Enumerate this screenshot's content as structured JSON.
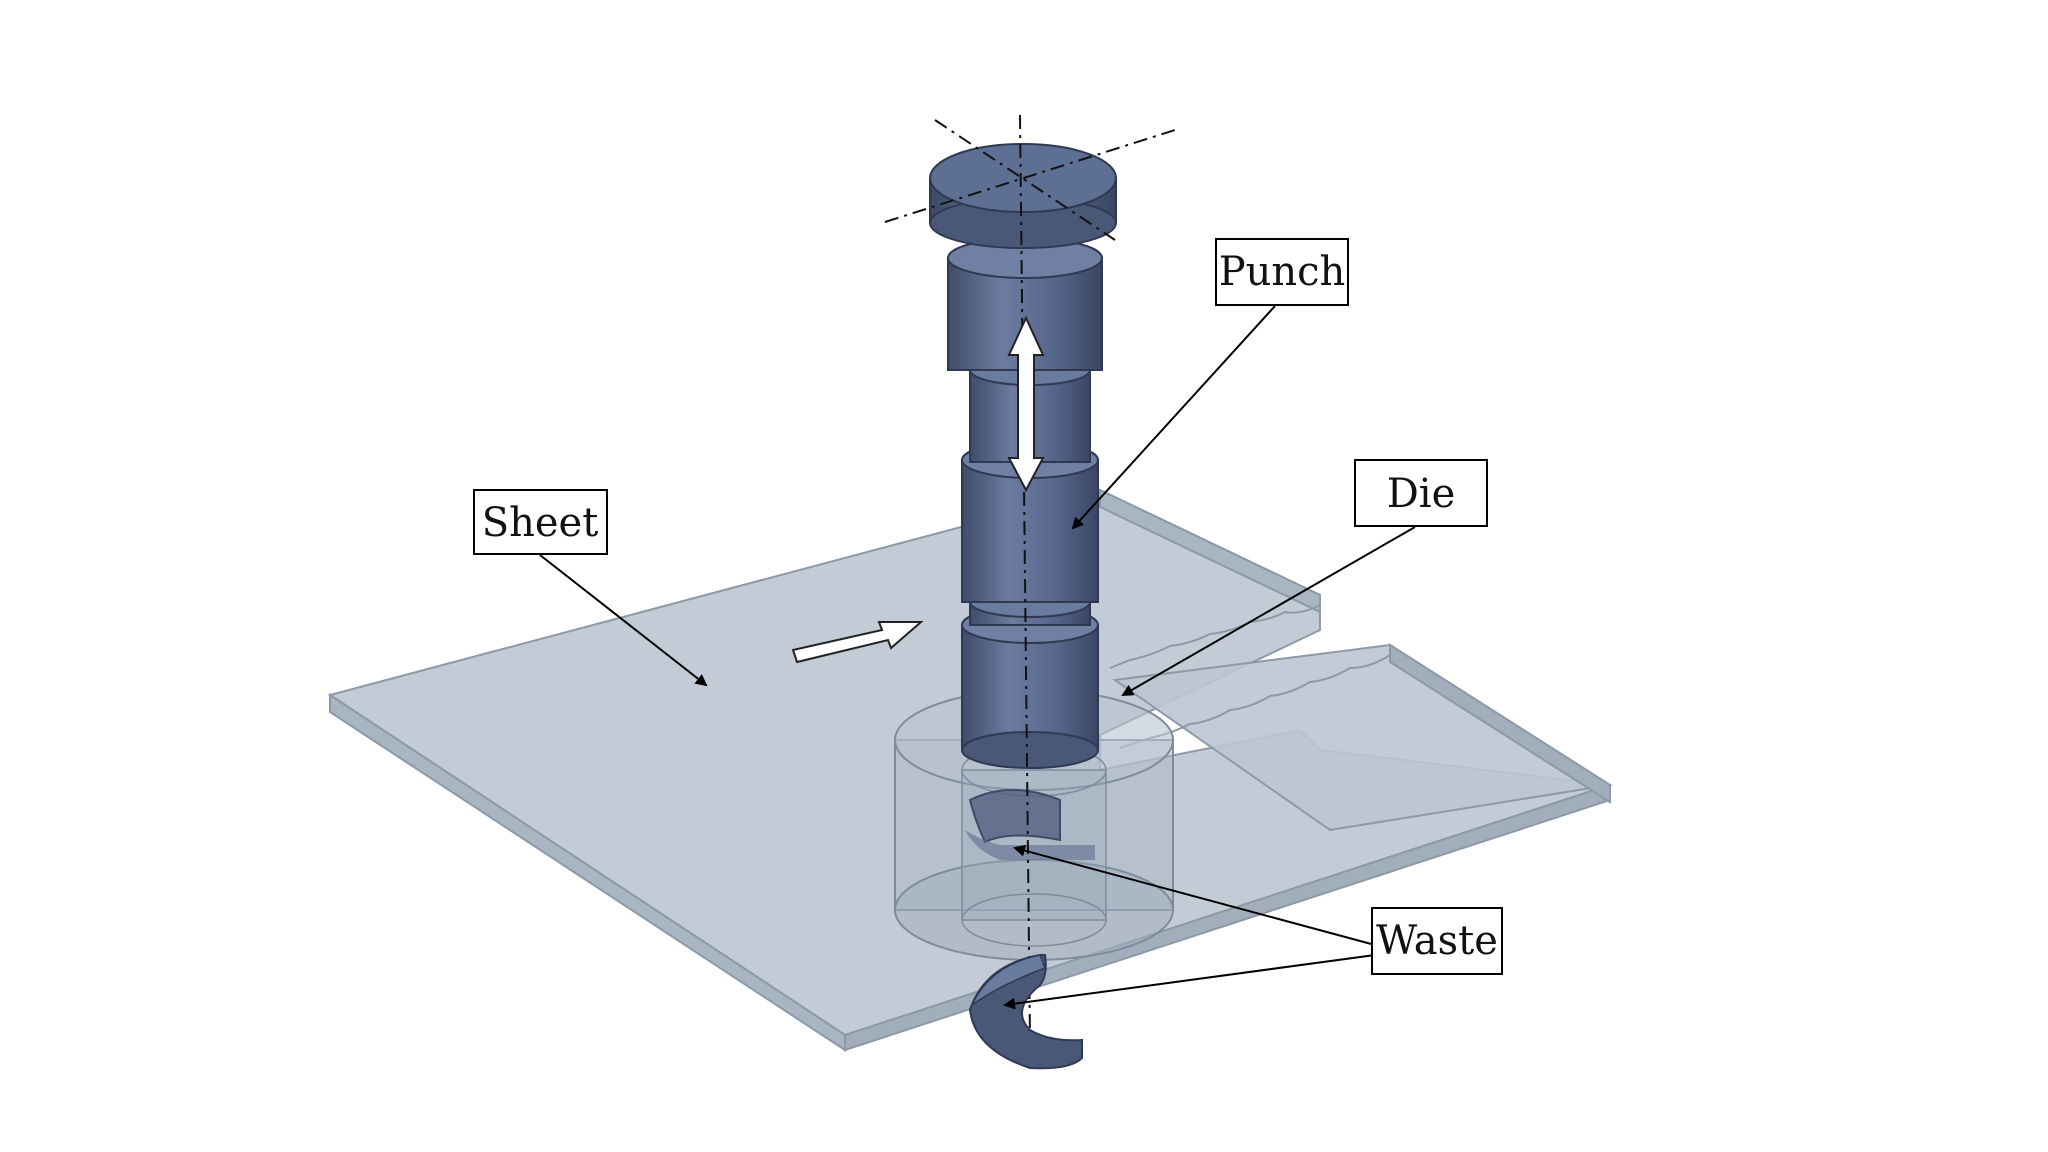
{
  "labels": {
    "punch": "Punch",
    "die": "Die",
    "sheet": "Sheet",
    "waste": "Waste"
  },
  "colors": {
    "metal": "#5a6b8f",
    "metal_dark": "#3e4b68",
    "metal_light": "#7888aa",
    "sheet": "#b9c5cf",
    "sheet_edge": "#8c9aa7",
    "die_glass": "#a9b6c2"
  }
}
